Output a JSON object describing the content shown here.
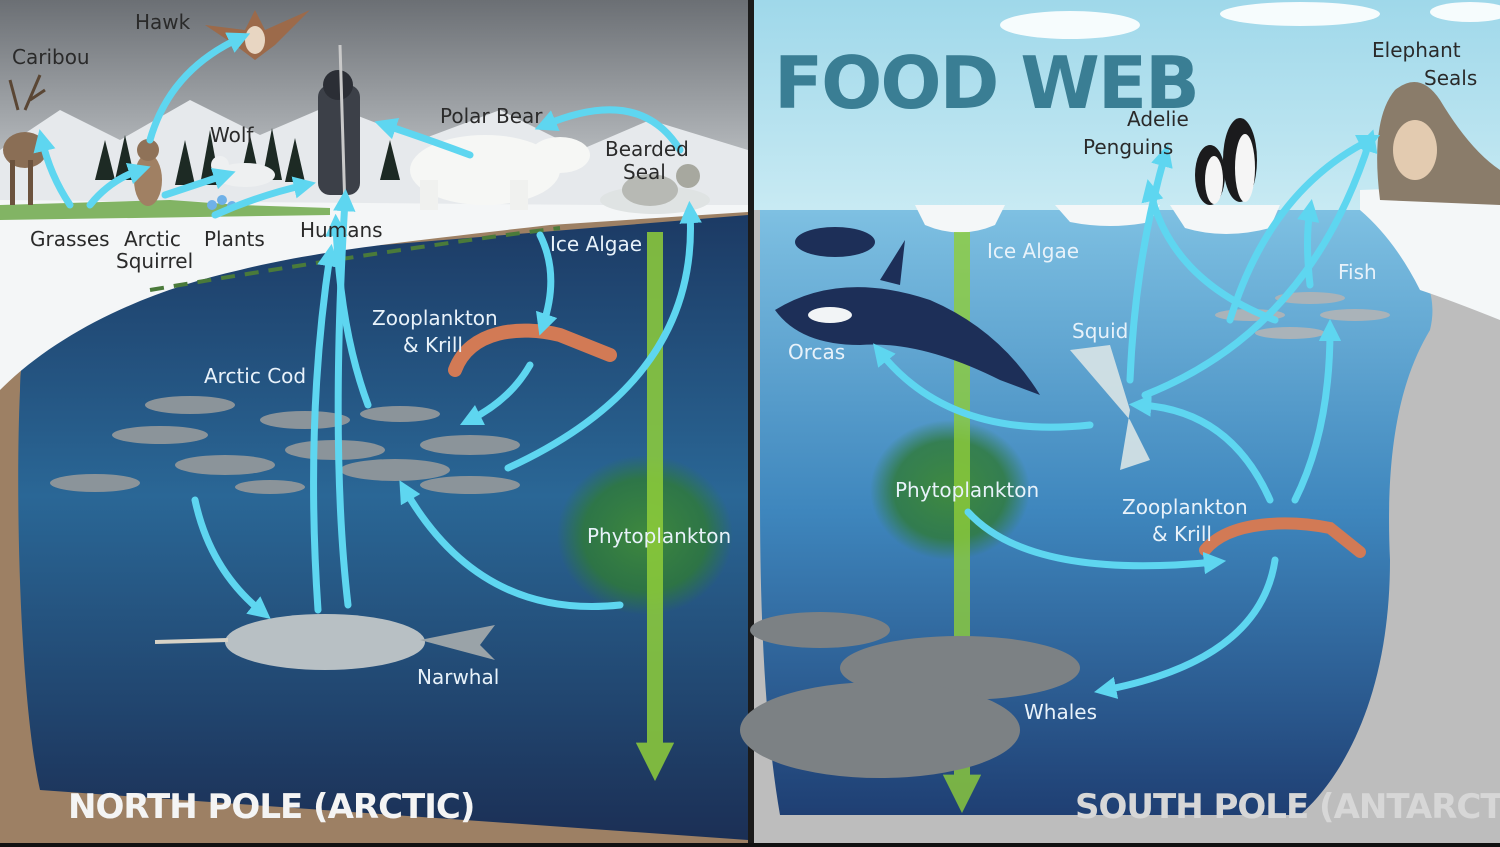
{
  "title": "FOOD WEB",
  "arctic": {
    "heading": "NORTH POLE (ARCTIC)",
    "labels": {
      "hawk": "Hawk",
      "caribou": "Caribou",
      "wolf": "Wolf",
      "polar_bear": "Polar Bear",
      "bearded_seal_1": "Bearded",
      "bearded_seal_2": "Seal",
      "grasses": "Grasses",
      "arctic_squirrel_1": "Arctic",
      "arctic_squirrel_2": "Squirrel",
      "plants": "Plants",
      "humans": "Humans",
      "ice_algae": "Ice Algae",
      "zooplankton_1": "Zooplankton",
      "zooplankton_2": "& Krill",
      "arctic_cod": "Arctic Cod",
      "phytoplankton": "Phytoplankton",
      "narwhal": "Narwhal"
    }
  },
  "antarctic": {
    "heading": "SOUTH POLE (ANTARCTIC)",
    "labels": {
      "elephant_seals_1": "Elephant",
      "elephant_seals_2": "Seals",
      "adelie_1": "Adelie",
      "adelie_2": "Penguins",
      "ice_algae": "Ice Algae",
      "fish": "Fish",
      "squid": "Squid",
      "orcas": "Orcas",
      "phytoplankton": "Phytoplankton",
      "zooplankton_1": "Zooplankton",
      "zooplankton_2": "& Krill",
      "whales": "Whales"
    }
  },
  "colors": {
    "arrow": "#5ed6f0",
    "energy_arrow": "#8fce3a",
    "title": "#3a7e94",
    "arctic_water": "#1f4f78",
    "antarctic_water": "#4a93c2"
  }
}
